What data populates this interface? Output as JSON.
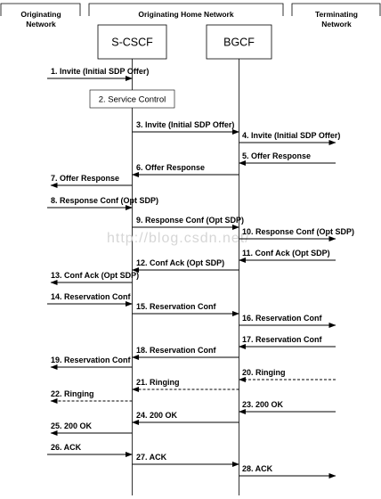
{
  "domains": {
    "originating": {
      "label_line1": "Originating",
      "label_line2": "Network"
    },
    "home": {
      "label": "Originating Home Network"
    },
    "terminating": {
      "label_line1": "Terminating",
      "label_line2": "Network"
    }
  },
  "nodes": {
    "scscf": "S-CSCF",
    "bgcf": "BGCF"
  },
  "control_box": "2. Service Control",
  "watermark": "http://blog.csdn.net/",
  "messages": [
    {
      "label": "1. Invite (Initial SDP Offer)"
    },
    {
      "label": "3. Invite (Initial SDP Offer)"
    },
    {
      "label": "4. Invite (Initial SDP Offer)"
    },
    {
      "label": "5. Offer Response"
    },
    {
      "label": "6. Offer Response"
    },
    {
      "label": "7. Offer Response"
    },
    {
      "label": "8. Response Conf (Opt SDP)"
    },
    {
      "label": "9. Response Conf (Opt SDP)"
    },
    {
      "label": "10. Response Conf (Opt SDP)"
    },
    {
      "label": "11. Conf Ack (Opt SDP)"
    },
    {
      "label": "12. Conf Ack (Opt SDP)"
    },
    {
      "label": "13. Conf Ack (Opt SDP)"
    },
    {
      "label": "14. Reservation Conf"
    },
    {
      "label": "15. Reservation Conf"
    },
    {
      "label": "16. Reservation Conf"
    },
    {
      "label": "17. Reservation Conf"
    },
    {
      "label": "18. Reservation Conf"
    },
    {
      "label": "19. Reservation Conf"
    },
    {
      "label": "20. Ringing"
    },
    {
      "label": "21. Ringing"
    },
    {
      "label": "22. Ringing"
    },
    {
      "label": "23. 200 OK"
    },
    {
      "label": "24. 200 OK"
    },
    {
      "label": "25. 200 OK"
    },
    {
      "label": "26. ACK"
    },
    {
      "label": "27. ACK"
    },
    {
      "label": "28. ACK"
    }
  ]
}
